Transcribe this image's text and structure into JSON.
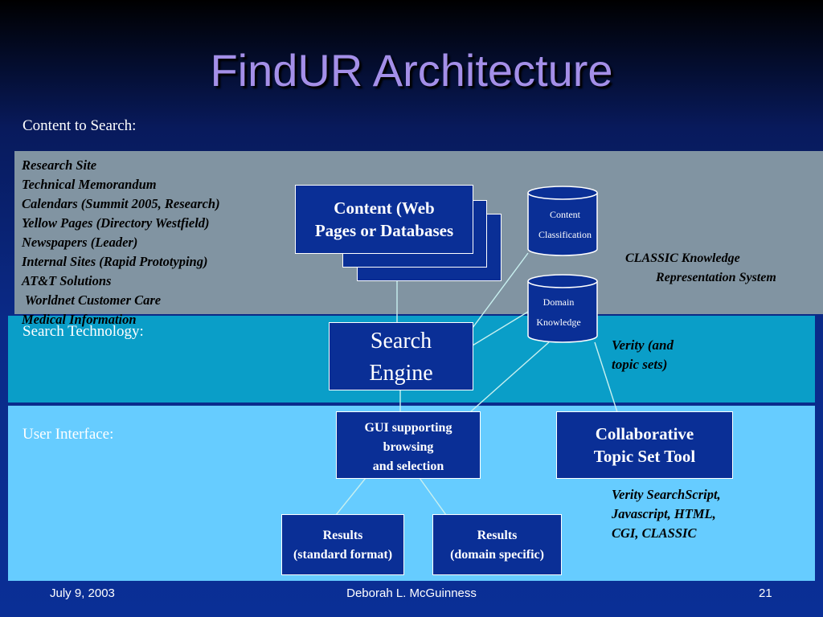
{
  "slide": {
    "title": "FindUR Architecture",
    "content_label": "Content to Search:",
    "search_label": "Search Technology:",
    "ui_label": "User Interface:"
  },
  "sources": [
    "Research Site",
    "Technical Memorandum",
    "Calendars (Summit 2005, Research)",
    "Yellow Pages (Directory Westfield)",
    "Newspapers (Leader)",
    "Internal Sites (Rapid Prototyping)",
    "AT&T Solutions",
    " Worldnet Customer Care",
    "Medical Information"
  ],
  "nodes": {
    "content_web": [
      "Content (Web",
      "Pages or Databases"
    ],
    "content_classification": [
      "Content",
      "Classification"
    ],
    "domain_knowledge": [
      "Domain",
      "Knowledge"
    ],
    "search_engine": [
      "Search",
      "Engine"
    ],
    "gui": [
      "GUI supporting",
      "browsing",
      "and selection"
    ],
    "collaborative": [
      "Collaborative",
      "Topic Set Tool"
    ],
    "results_standard": [
      "Results",
      "(standard format)"
    ],
    "results_domain": [
      "Results",
      "(domain specific)"
    ]
  },
  "notes": {
    "classic": [
      "CLASSIC Knowledge",
      "Representation System"
    ],
    "verity": [
      "Verity (and",
      "topic sets)"
    ],
    "verity_script": [
      "Verity SearchScript,",
      "Javascript, HTML,",
      "CGI, CLASSIC"
    ]
  },
  "footer": {
    "date": "July 9, 2003",
    "author": "Deborah L. McGuinness",
    "page": "21"
  },
  "colors": {
    "box_fill": "#0a2f96",
    "content_band": "#8194a2",
    "search_band": "#0a9ec8",
    "ui_band": "#66ccff",
    "title": "#a48fe8"
  }
}
